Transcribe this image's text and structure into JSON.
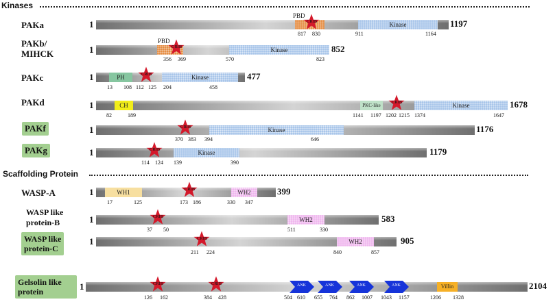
{
  "sections": {
    "kinases": "Kinases",
    "scaffolding": "Scaffolding Protein"
  },
  "proteins": [
    {
      "name": "PAKa",
      "length": "1197",
      "highlight": false,
      "domains": [
        {
          "type": "pbd",
          "label": "",
          "start": "817",
          "end": "830"
        },
        {
          "type": "kinase",
          "label": "Kinase",
          "start": "911",
          "end": "1164"
        }
      ],
      "cribs": [
        {
          "label": "CRIB"
        }
      ],
      "extra_labels": [
        "PBD"
      ]
    },
    {
      "name": "PAKb/",
      "name2": "MIHCK",
      "length": "852",
      "highlight": false,
      "domains": [
        {
          "type": "pbd",
          "label": "",
          "start": "356",
          "end": "369"
        },
        {
          "type": "kinase",
          "label": "Kinase",
          "start": "570",
          "end": "823"
        }
      ],
      "cribs": [
        {
          "label": "CRIB"
        }
      ],
      "extra_labels": [
        "PBD"
      ]
    },
    {
      "name": "PAKc",
      "length": "477",
      "highlight": false,
      "domains": [
        {
          "type": "ph",
          "label": "PH",
          "start": "13",
          "end": "108"
        },
        {
          "type": "kinase",
          "label": "Kinase",
          "start": "204",
          "end": "458"
        }
      ],
      "cribs": [
        {
          "label": "CRIB",
          "start": "112",
          "end": "125"
        }
      ]
    },
    {
      "name": "PAKd",
      "length": "1678",
      "highlight": false,
      "domains": [
        {
          "type": "ch",
          "label": "CH",
          "start": "82",
          "end": "189"
        },
        {
          "type": "pkc",
          "label": "PKC-like",
          "start": "1141",
          "end": "1197"
        },
        {
          "type": "kinase",
          "label": "Kinase",
          "start": "1374",
          "end": "1647"
        }
      ],
      "cribs": [
        {
          "label": "CRIB",
          "start": "1202",
          "end": "1215"
        }
      ]
    },
    {
      "name": "PAKf",
      "length": "1176",
      "highlight": true,
      "domains": [
        {
          "type": "kinase",
          "label": "Kinase",
          "start": "394",
          "end": "646"
        }
      ],
      "cribs": [
        {
          "label": "CRIB",
          "start": "370",
          "end": "383"
        }
      ]
    },
    {
      "name": "PAKg",
      "length": "1179",
      "highlight": true,
      "domains": [
        {
          "type": "kinase",
          "label": "Kinase",
          "start": "139",
          "end": "390"
        }
      ],
      "cribs": [
        {
          "label": "CRIB",
          "start": "114",
          "end": "124"
        }
      ]
    },
    {
      "name": "WASP-A",
      "length": "399",
      "highlight": false,
      "domains": [
        {
          "type": "wh1",
          "label": "WH1",
          "start": "17",
          "end": "125"
        },
        {
          "type": "wh2",
          "label": "WH2",
          "start": "330",
          "end": "347"
        }
      ],
      "cribs": [
        {
          "label": "CRIB",
          "start": "173",
          "end": "186"
        }
      ]
    },
    {
      "name": "WASP like",
      "name2": "protein-B",
      "length": "583",
      "highlight": false,
      "domains": [
        {
          "type": "wh2",
          "label": "WH2",
          "start": "511",
          "end": "330"
        }
      ],
      "cribs": [
        {
          "label": "CRIB",
          "start": "37",
          "end": "50"
        }
      ]
    },
    {
      "name": "WASP like",
      "name2": "protein-C",
      "length": "905",
      "highlight": true,
      "domains": [
        {
          "type": "wh2",
          "label": "WH2",
          "start": "840",
          "end": "857"
        }
      ],
      "cribs": [
        {
          "label": "CRIB",
          "start": "211",
          "end": "224"
        }
      ]
    },
    {
      "name": "Gelsolin like",
      "name2": "protein",
      "length": "2104",
      "highlight": true,
      "domains": [
        {
          "type": "villin",
          "label": "Villin",
          "start": "1206",
          "end": "1328"
        }
      ],
      "ankyrins": [
        {
          "label": "ANK",
          "start": "504",
          "end": "610"
        },
        {
          "label": "ANK",
          "start": "655",
          "end": "764"
        },
        {
          "label": "ANK",
          "start": "862",
          "end": "1007"
        },
        {
          "label": "ANK",
          "start": "1043",
          "end": "1157"
        }
      ],
      "cribs": [
        {
          "label": "CRIB",
          "start": "126",
          "end": "162"
        },
        {
          "label": "CRIB",
          "start": "384",
          "end": "428"
        }
      ]
    }
  ],
  "start_label": "1",
  "colors": {
    "highlight": "#a3cf90",
    "kinase": "#a9c6ea",
    "crib_star": "#d4192b",
    "ank": "#1634d9",
    "wh2": "#efb7ee",
    "villin": "#f6b026",
    "ch": "#f2ee1a",
    "pbd": "#e58e44"
  }
}
